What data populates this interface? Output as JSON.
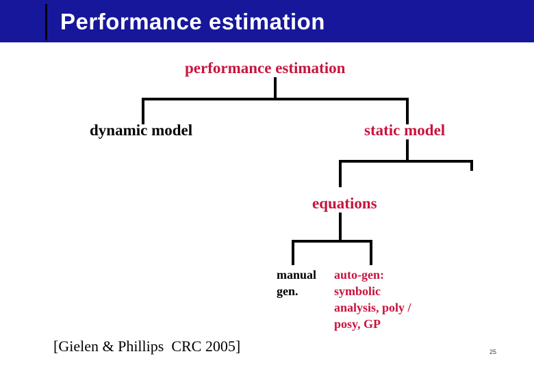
{
  "header": {
    "title": "Performance estimation"
  },
  "tree": {
    "root": {
      "label": "performance estimation",
      "children": [
        {
          "id": "dynamic-model",
          "label": "dynamic model",
          "color": "black",
          "children": []
        },
        {
          "id": "static-model",
          "label": "static model",
          "color": "red",
          "children": [
            {
              "id": "equations",
              "label": "equations",
              "color": "red",
              "children": [
                {
                  "id": "manual-gen",
                  "label": "manual\ngen.",
                  "color": "black",
                  "children": []
                },
                {
                  "id": "auto-gen",
                  "label": "auto-gen:\nsymbolic\nanalysis, poly /\nposy, GP",
                  "color": "red",
                  "children": []
                }
              ]
            },
            {
              "id": "unlabeled-stub",
              "label": "",
              "color": "black",
              "children": []
            }
          ]
        }
      ]
    }
  },
  "footer": {
    "citation": "[Gielen & Phillips  CRC 2005]",
    "page_number": "25"
  },
  "colors": {
    "header_background": "#17179B",
    "header_text": "#FFFFFF",
    "accent_red": "#C8143E",
    "text_black": "#000000",
    "line_black": "#000000"
  }
}
